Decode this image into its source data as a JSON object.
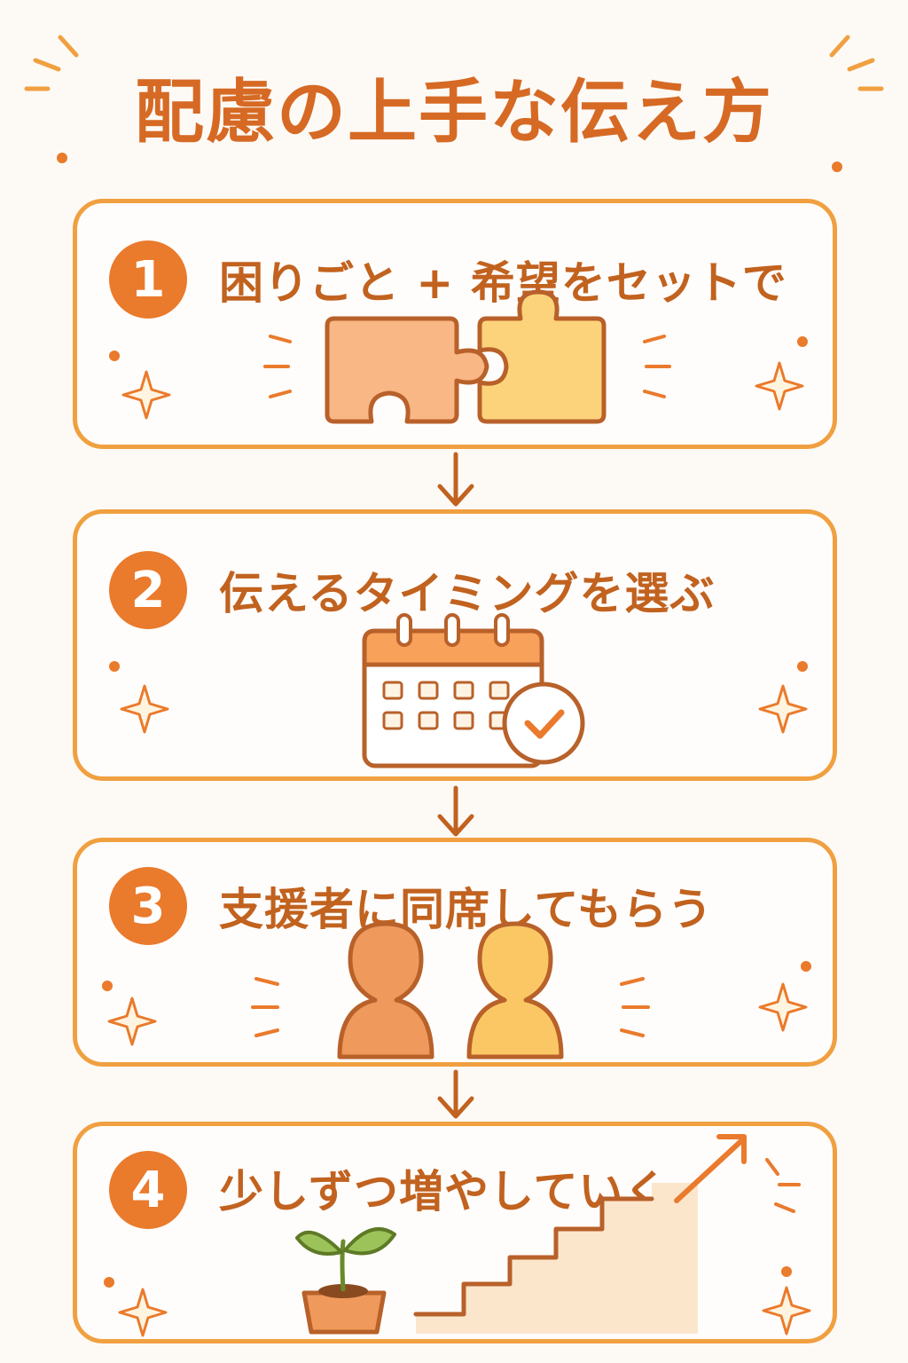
{
  "title": "配慮の上手な伝え方",
  "steps": [
    {
      "number": "1",
      "label": "困りごと + 希望をセットで",
      "icon": "puzzle-icon"
    },
    {
      "number": "2",
      "label": "伝えるタイミングを選ぶ",
      "icon": "calendar-check-icon"
    },
    {
      "number": "3",
      "label": "支援者に同席してもらう",
      "icon": "people-icon"
    },
    {
      "number": "4",
      "label": "少しずつ増やしていく",
      "icon": "sprout-stairs-icon"
    }
  ],
  "colors": {
    "accent": "#ea7a2c",
    "border": "#f0a040",
    "text": "#c1621f",
    "puzzle_left": "#f8b784",
    "puzzle_right": "#fcd37a",
    "person_left": "#ef9a5c",
    "person_right": "#fbc765"
  }
}
